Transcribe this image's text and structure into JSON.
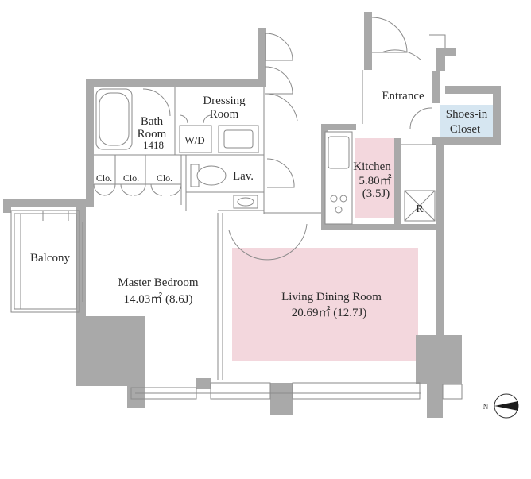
{
  "colors": {
    "wall": "#a9a9a9",
    "ldk_highlight": "#f3d7dd",
    "shoes_closet": "#d6e6f1"
  },
  "rooms": {
    "bath": {
      "line1": "Bath",
      "line2": "Room",
      "code": "1418"
    },
    "dressing": {
      "line1": "Dressing",
      "line2": "Room",
      "wd": "W/D"
    },
    "closets": [
      "Clo.",
      "Clo.",
      "Clo."
    ],
    "lav": "Lav.",
    "entrance": "Entrance",
    "shoes": {
      "line1": "Shoes-in",
      "line2": "Closet"
    },
    "kitchen": {
      "name": "Kitchen",
      "area": "5.80㎡",
      "jo": "(3.5J)",
      "fridge": "R"
    },
    "balcony": "Balcony",
    "master": {
      "name": "Master Bedroom",
      "area": "14.03㎡ (8.6J)"
    },
    "ldk": {
      "name": "Living Dining Room",
      "area": "20.69㎡ (12.7J)"
    }
  },
  "compass": {
    "label": "N",
    "icon": "north-arrow-icon"
  }
}
